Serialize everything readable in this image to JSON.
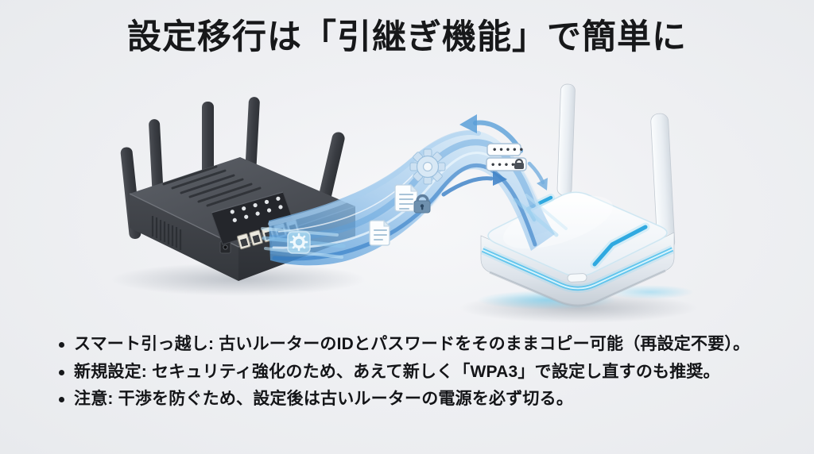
{
  "title": "設定移行は「引継ぎ機能」で簡単に",
  "notes": {
    "items": [
      "スマート引っ越し: 古いルーターのIDとパスワードをそのままコピー可能（再設定不要）。",
      "新規設定: セキュリティ強化のため、あえて新しく「WPA3」で設定し直すのも推奨。",
      "注意: 干渉を防ぐため、設定後は古いルーターの電源を必ず切る。"
    ]
  },
  "illustration": {
    "password_mask_1": "•••••",
    "password_mask_2": "•••••",
    "icon_names": [
      "gear-icon",
      "settings-chip-icon",
      "document-lock-icon",
      "lock-icon",
      "document-icon",
      "password-field-icon",
      "password-field-lock-icon",
      "transfer-arrow-left-icon",
      "transfer-arrow-right-icon",
      "transfer-arrow-down-icon"
    ],
    "devices": [
      "old-wifi-router",
      "new-wifi-router"
    ]
  },
  "colors": {
    "background": "#eff0f3",
    "title_text": "#17181a",
    "body_text": "#141518",
    "ribbon_deep_blue": "#2f7ac4",
    "ribbon_mid_blue": "#5aa0dc",
    "ribbon_light_blue": "#d9edfa",
    "old_router_dark": "#43464c",
    "new_router_white": "#f7fafd",
    "led_glow_cyan": "#4fc0ec"
  }
}
